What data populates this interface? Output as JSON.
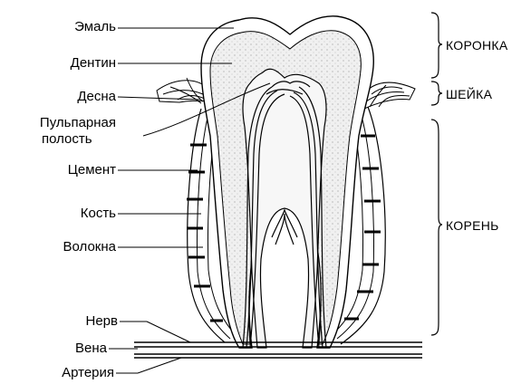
{
  "labels": {
    "enamel": "Эмаль",
    "dentin": "Дентин",
    "gum": "Десна",
    "pulp_line1": "Пульпарная",
    "pulp_line2": "полость",
    "cement": "Цемент",
    "bone": "Кость",
    "fibers": "Волокна",
    "nerve": "Нерв",
    "vein": "Вена",
    "artery": "Артерия"
  },
  "sections": {
    "crown": "КОРОНКА",
    "neck": "ШЕЙКА",
    "root": "КОРЕНЬ"
  },
  "colors": {
    "ink": "#000000",
    "dentin_fill": "#eeeeee",
    "pulp_fill": "#f6f6f6",
    "background": "#ffffff"
  }
}
